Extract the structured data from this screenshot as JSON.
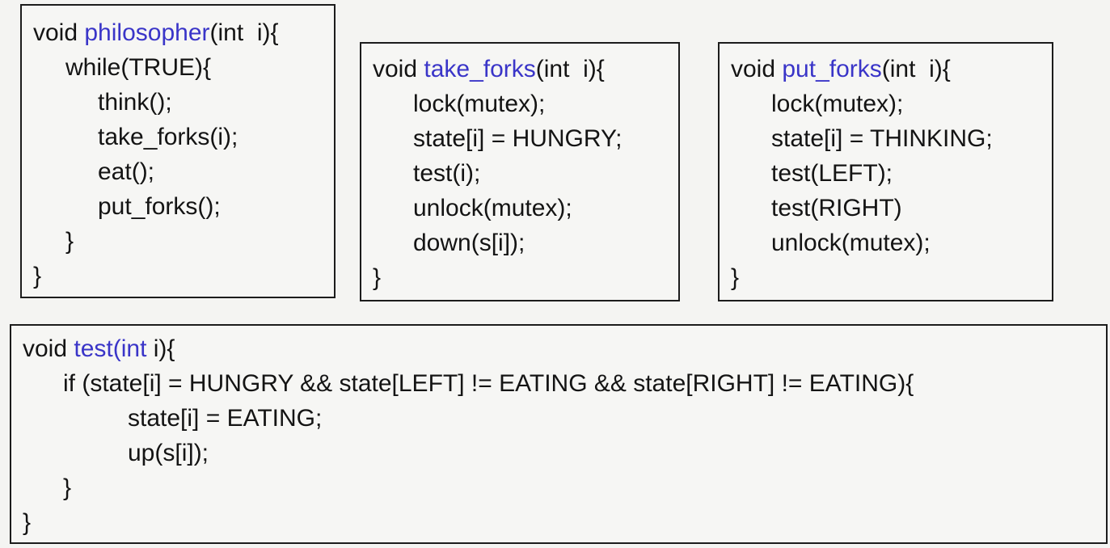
{
  "philosopher": {
    "kw": "void ",
    "name": "philosopher",
    "params": "(int  i){",
    "lines": [
      "while(TRUE){",
      "think();",
      "take_forks(i);",
      "eat();",
      "put_forks();",
      "}",
      "}"
    ]
  },
  "take_forks": {
    "kw": "void ",
    "name": "take_forks",
    "params": "(int  i){",
    "lines": [
      "lock(mutex);",
      "state[i] = HUNGRY;",
      "test(i);",
      "unlock(mutex);",
      "down(s[i]);",
      "}"
    ]
  },
  "put_forks": {
    "kw": "void ",
    "name": "put_forks",
    "params": "(int  i){",
    "lines": [
      "lock(mutex);",
      "state[i] = THINKING;",
      "test(LEFT);",
      "test(RIGHT)",
      "unlock(mutex);",
      "}"
    ]
  },
  "test": {
    "kw": "void ",
    "name": "test(int",
    "params": " i){",
    "lines": [
      "if (state[i] = HUNGRY && state[LEFT] != EATING && state[RIGHT] != EATING){",
      "state[i] = EATING;",
      "up(s[i]);",
      "}",
      "}"
    ]
  },
  "colors": {
    "function_name": "#3a35c8",
    "text": "#141414",
    "background": "#f4f4f2",
    "border": "#1c1c1c"
  }
}
